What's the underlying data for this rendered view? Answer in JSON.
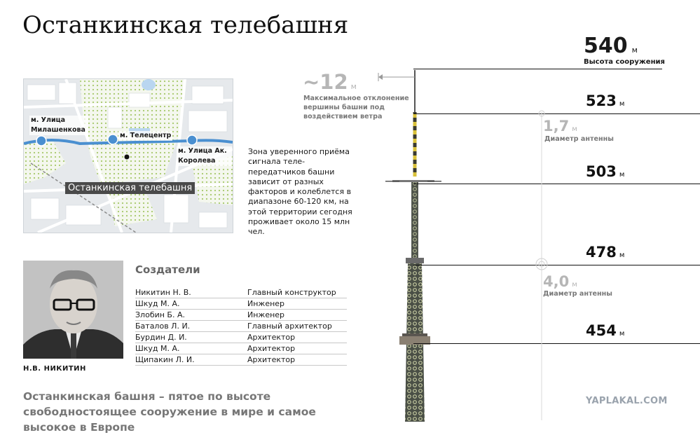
{
  "title": "Останкинская телебашня",
  "map": {
    "stations": [
      {
        "label": "м. Улица Милашенкова"
      },
      {
        "label": "м. Телецентр"
      },
      {
        "label": "м. Улица Ак. Королева"
      }
    ],
    "tower_label": "Останкинская телебашня"
  },
  "zone_text": "Зона уверенного приёма сигнала теле-передатчиков башни зависит от разных факторов и колеблется в диапазоне 60-120 км, на этой территории сегодня проживает около 15 млн чел.",
  "portrait_caption": "Н.В. НИКИТИН",
  "creators": {
    "title": "Создатели",
    "rows": [
      {
        "name": "Никитин Н. В.",
        "role": "Главный конструктор"
      },
      {
        "name": "Шкуд М. А.",
        "role": "Инженер"
      },
      {
        "name": "Злобин Б. А.",
        "role": "Инженер"
      },
      {
        "name": "Баталов Л. И.",
        "role": "Главный архитектор"
      },
      {
        "name": "Бурдин Д. И.",
        "role": "Архитектор"
      },
      {
        "name": "Шкуд М. А.",
        "role": "Архитектор"
      },
      {
        "name": "Щипакин Л. И.",
        "role": "Архитектор"
      }
    ]
  },
  "summary": "Останкинская башня – пятое по высоте свободностоящее сооружение в мире и самое высокое в Европе",
  "height": {
    "value": "540",
    "unit": "м",
    "caption": "Высота сооружения"
  },
  "deviation": {
    "value": "~12",
    "unit": "м",
    "caption": "Максимальное отклонение вершины башни под воздействием ветра"
  },
  "levels": [
    {
      "value": "523",
      "unit": "м"
    },
    {
      "value": "503",
      "unit": "м"
    },
    {
      "value": "478",
      "unit": "м"
    },
    {
      "value": "454",
      "unit": "м"
    }
  ],
  "antennas": [
    {
      "value": "1,7",
      "unit": "м",
      "caption": "Диаметр антенны"
    },
    {
      "value": "4,0",
      "unit": "м",
      "caption": "Диаметр антенны"
    }
  ],
  "watermark": "YAPLAKAL.COM",
  "colors": {
    "accent_blue": "#4a8fd0",
    "green_dots": "#a6c86a",
    "muted": "#b6b6b6"
  }
}
